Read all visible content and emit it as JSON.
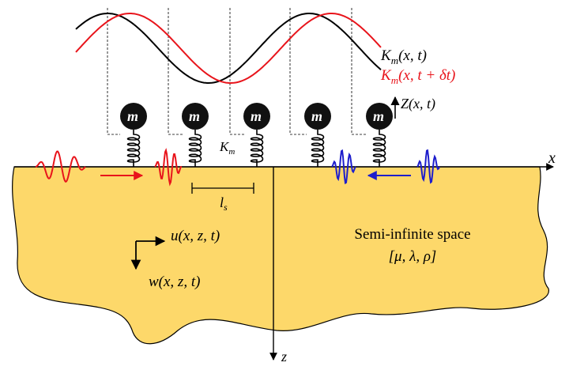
{
  "labels": {
    "x_axis": "x",
    "z_axis": "z",
    "stiffness_t": "Km(x, t)",
    "stiffness_t_sub": "m",
    "stiffness_t_args": "(x, t)",
    "stiffness_dt_sub": "m",
    "stiffness_dt_args": "(x, t + δt)",
    "displacement_Z": "Z(x, t)",
    "spring_K": "K",
    "spring_K_sub": "m",
    "spacing": "l",
    "spacing_sub": "s",
    "u_field": "u(x, z, t)",
    "w_field": "w(x, z, t)",
    "medium_line1": "Semi-infinite space",
    "medium_line2": "[μ, λ, ρ]",
    "mass": "m"
  },
  "colors": {
    "soil": "#fdd86a",
    "wave_incident": "#e8141b",
    "wave_reflected": "#1e1ecc",
    "curve_t": "#000000",
    "curve_dt": "#e8141b"
  },
  "resonators": [
    "m",
    "m",
    "m",
    "m",
    "m"
  ]
}
